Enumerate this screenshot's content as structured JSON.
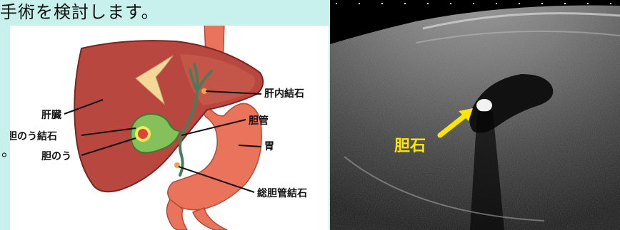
{
  "header": {
    "text": "手術を検討します。",
    "side_mark": "。"
  },
  "anatomy": {
    "labels": {
      "liver": "肝臓",
      "gallstone_in_gb": "胆のう結石",
      "gallbladder": "胆のう",
      "intrahepatic_stone": "肝内結石",
      "bile_duct": "胆管",
      "stomach": "胃",
      "cbd_stone": "総胆管結石"
    },
    "colors": {
      "liver": "#b8473f",
      "stomach": "#e9735b",
      "gallbladder": "#86c05a",
      "stone": "#e2403f",
      "duct_fat": "#f6d79a"
    }
  },
  "ultrasound": {
    "label": "胆石",
    "arrow_color": "#ffe600"
  }
}
